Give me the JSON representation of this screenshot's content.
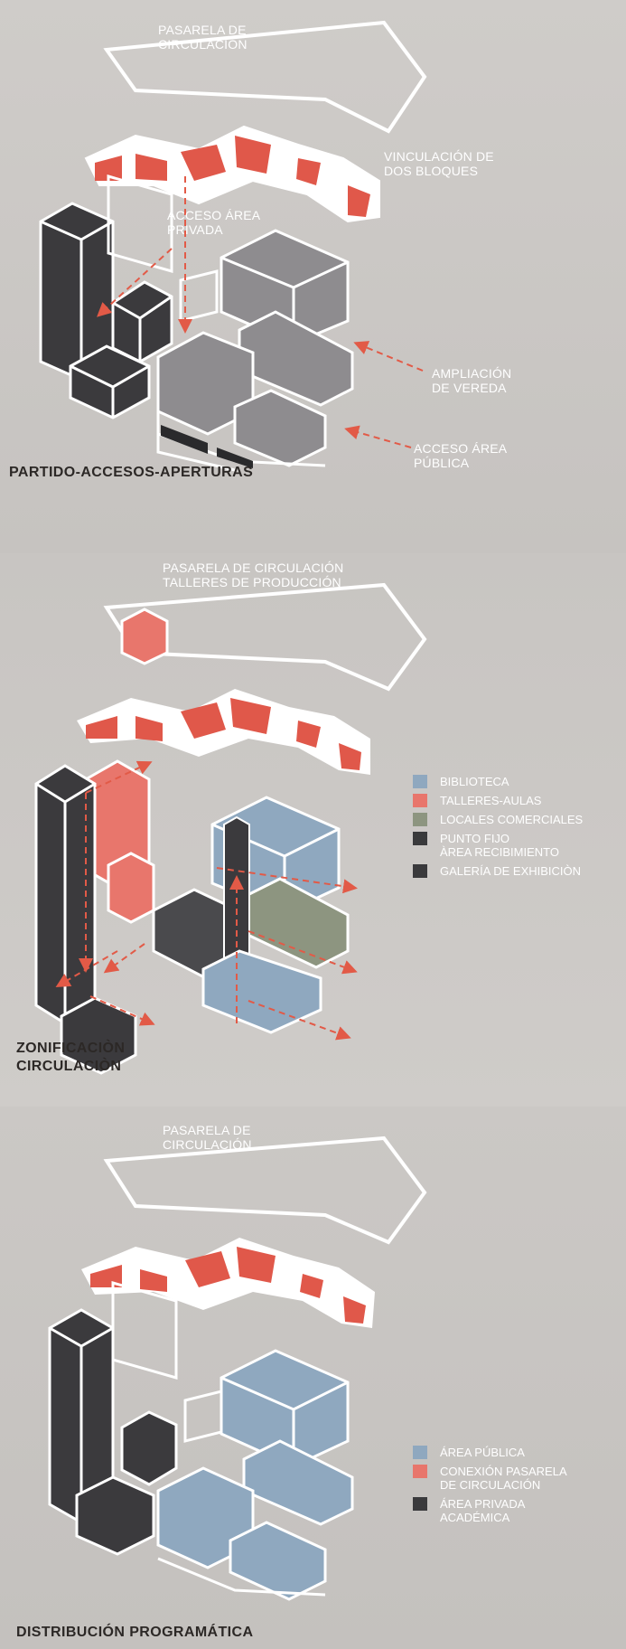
{
  "colors": {
    "biblioteca": "#8fa8bf",
    "talleres": "#e8766c",
    "comerciales": "#8d9580",
    "punto_fijo": "#3a3a3c",
    "publica": "#8fa8bf",
    "pasarela": "#e8766c",
    "privada": "#3a3a3c",
    "arrow": "#e25a47"
  },
  "panel1": {
    "title": "PARTIDO-ACCESOS-APERTURAS",
    "label_pasarela": [
      "PASARELA DE",
      "CIRCULACIÓN"
    ],
    "label_vinculacion": [
      "VINCULACIÓN DE",
      "DOS BLOQUES"
    ],
    "label_acceso_privada": [
      "ACCESO ÁREA",
      "PRIVADA"
    ],
    "label_ampliacion": [
      "AMPLIACIÓN",
      "DE VEREDA"
    ],
    "label_acceso_publica": [
      "ACCESO ÁREA",
      "PÚBLICA"
    ]
  },
  "panel2": {
    "title": [
      "ZONIFICACIÒN",
      "CIRCULACIÒN"
    ],
    "header": [
      "PASARELA DE CIRCULACIÓN",
      "TALLERES DE PRODUCCIÓN"
    ],
    "legend": [
      {
        "lines": [
          "BIBLIOTECA"
        ],
        "color": "#8fa8bf"
      },
      {
        "lines": [
          "TALLERES-AULAS"
        ],
        "color": "#e8766c"
      },
      {
        "lines": [
          "LOCALES COMERCIALES"
        ],
        "color": "#8d9580"
      },
      {
        "lines": [
          "PUNTO FIJO",
          "ÀREA RECIBIMIENTO"
        ],
        "color": "#3a3a3c"
      },
      {
        "lines": [
          "GALERÍA DE EXHIBICIÒN"
        ],
        "color": "#3a3a3c"
      }
    ]
  },
  "panel3": {
    "title": "DISTRIBUCIÓN PROGRAMÁTICA",
    "label_pasarela": [
      "PASARELA DE",
      "CIRCULACIÓN"
    ],
    "legend": [
      {
        "lines": [
          "ÁREA PÚBLICA"
        ],
        "color": "#8fa8bf"
      },
      {
        "lines": [
          "CONEXIÓN PASARELA",
          "DE CIRCULACIÓN"
        ],
        "color": "#e8766c"
      },
      {
        "lines": [
          "ÁREA PRIVADA",
          "ACADÉMICA"
        ],
        "color": "#3a3a3c"
      }
    ]
  }
}
